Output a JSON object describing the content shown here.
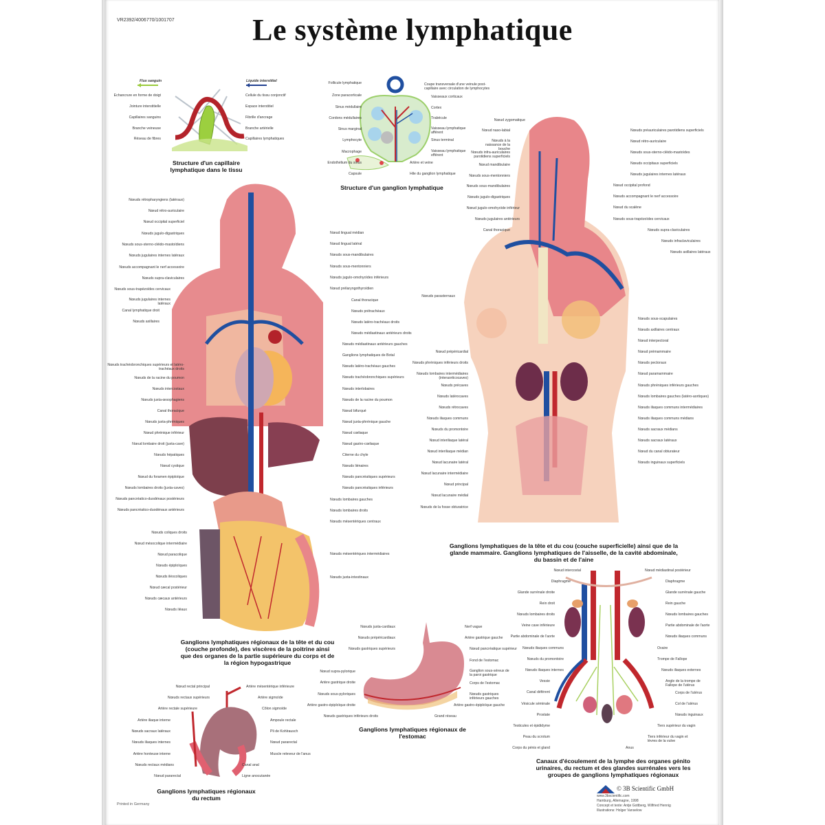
{
  "poster": {
    "code": "VR2392/4006770/1001707",
    "title": "Le système lymphatique",
    "printed": "Printed in Germany",
    "colors": {
      "vein_blue": "#1f4fa0",
      "artery_red": "#c0272d",
      "tissue_pink": "#e8868a",
      "lymph_green": "#b9d46a",
      "text": "#111111"
    }
  },
  "capillary": {
    "caption": "Structure d'un capillaire lymphatique dans le tissu",
    "legend_blood": "Flux sanguin",
    "legend_interstitial": "Liquide interstitiel",
    "left_labels": [
      "Echancrure en forme de doigt",
      "Jointure interstitielle",
      "Capillaires sanguins",
      "Branche veineuse",
      "Réseau de fibres"
    ],
    "right_labels": [
      "Cellule du tissu conjonctif",
      "Espace interstitiel",
      "Fibrille d'ancrage",
      "Branche artérielle",
      "Capillaires lymphatiques"
    ]
  },
  "node_structure": {
    "caption": "Structure d'un ganglion lymphatique",
    "left_labels": [
      "Follicule lymphatique",
      "Zone paracorticale",
      "Sinus médullaire",
      "Cordons médullaires",
      "Sinus marginal",
      "Lymphocyte",
      "Macrophage",
      "Endothélium du sinus",
      "Capsule"
    ],
    "right_labels": [
      "Coupe transversale d'une veinule post-capillaire avec circulation de lymphocytes",
      "Vaisseaux corticaux",
      "Cortex",
      "Trabécule",
      "Vaisseau lymphatique afférent",
      "Sinus terminal",
      "Vaisseau lymphatique efférent",
      "Artère et veine",
      "Hile du ganglion lymphatique"
    ]
  },
  "deep": {
    "caption": "Ganglions lymphatiques régionaux de la tête et du cou (couche profonde), des viscères de la poitrine ainsi que des organes de la partie supérieure du corps et de la région hypogastrique",
    "left_labels": [
      "Nœuds rétropharyngiens (latéraux)",
      "Nœud rétro-auriculaire",
      "Nœud occipital superficiel",
      "Nœuds jugulo-digastriques",
      "Nœuds sous-sterno-cléido-mastoïdiens",
      "Nœuds jugulaires internes latéraux",
      "Nœuds accompagnant le nerf accessoire",
      "Nœuds supra-claviculaires",
      "Nœuds sous-trapézoïdes cervicaux",
      "Nœuds jugulaires internes latéraux",
      "Canal lymphatique droit",
      "Nœuds axillaires",
      "Nœuds trachéobronchiques supérieurs et latéro-trachéaux droits",
      "Nœuds de la racine du poumon",
      "Nœuds intercostaux",
      "Nœuds juxta-œsophagiens",
      "Canal thoracique",
      "Nœuds juxta-phréniques",
      "Nœud phrénique inférieur",
      "Nœud lombaire droit (juxta-cave)",
      "Nœuds hépatiques",
      "Nœud cystique",
      "Nœud du foramen épiploïque",
      "Nœuds lombaires droits (juxta-caves)",
      "Nœuds pancréatico-duodénaux postérieurs",
      "Nœuds pancréatico-duodénaux antérieurs",
      "Nœuds coliques droits",
      "Nœud mésocolique intermédiaire",
      "Nœud paracolique",
      "Nœuds épiploïques",
      "Nœuds iléocoliques",
      "Nœud cæcal postérieur",
      "Nœuds cæcaux antérieurs",
      "Nœuds iléaux"
    ],
    "right_labels": [
      "Nœud lingual médian",
      "Nœud lingual latéral",
      "Nœuds sous-mandibulaires",
      "Nœuds sous-mentonniers",
      "Nœuds jugulo-omohyoïdes inférieurs",
      "Nœud prélaryngothyroïdien",
      "Canal thoracique",
      "Nœuds prétrachéaux",
      "Nœuds latéro-trachéaux droits",
      "Nœuds médiastinaux antérieurs droits",
      "Nœuds médiastinaux antérieurs gauches",
      "Ganglions lymphatiques de Botal",
      "Nœuds latéro-trachéaux gauches",
      "Nœuds trachéobronchiques supérieurs",
      "Nœuds interlobaires",
      "Nœuds de la racine du poumon",
      "Nœud bifurqué",
      "Nœud juxta-phrénique gauche",
      "Nœud cœliaque",
      "Nœud gastro-cœliaque",
      "Citerne du chyle",
      "Nœuds liénaires",
      "Nœuds pancréatiques supérieurs",
      "Nœuds pancréatiques inférieurs",
      "Nœuds lombaires gauches",
      "Nœuds lombaires droits",
      "Nœuds mésentériques centraux",
      "Nœuds mésentériques intermédiaires",
      "Nœuds juxta-intestinaux"
    ]
  },
  "superficial": {
    "caption": "Ganglions lymphatiques de la tête et du cou (couche superficielle) ainsi que de la glande mammaire. Ganglions lymphatiques de l'aisselle, de la cavité abdominale, du bassin et de l'aine",
    "left_labels": [
      "Nœud zygomatique",
      "Nœud naso-labial",
      "Nœuds à la naissance de la bouche",
      "Nœuds infra-auriculaires parotidiens superficiels",
      "Nœud mandibulaire",
      "Nœuds sous-mentonniers",
      "Nœuds sous-mandibulaires",
      "Nœuds jugulo-digastriques",
      "Nœud jugulo-omohyoïde inférieur",
      "Nœuds jugulaires antérieurs",
      "Canal thoracique",
      "Nœuds parasternaux",
      "Nœud prépéricardial",
      "Nœuds phréniques inférieurs droits",
      "Nœuds lombaires intermédiaires (interaorticocaves)",
      "Nœuds précaves",
      "Nœuds latérocaves",
      "Nœuds rétrocaves",
      "Nœuds iliaques communs",
      "Nœuds du promontoire",
      "Nœud interiliaque latéral",
      "Nœud interiliaque médian",
      "Nœud lacunaire latéral",
      "Nœud lacunaire intermédiaire",
      "Nœud principal",
      "Nœud lacunaire médial",
      "Nœuds de la fosse obturatrice"
    ],
    "right_labels": [
      "Nœuds préauriculaires parotidiens superficiels",
      "Nœud rétro-auriculaire",
      "Nœuds sous-sterno-cléido-mastoïdes",
      "Nœuds occipitaux superficiels",
      "Nœuds jugulaires internes latéraux",
      "Nœud occipital profond",
      "Nœuds accompagnant le nerf accessoire",
      "Nœud du scalène",
      "Nœuds sous-trapézoïdes cervicaux",
      "Nœuds supra-claviculaires",
      "Nœuds infraclaviculaires",
      "Nœuds axillaires latéraux",
      "Nœuds sous-scapulaires",
      "Nœuds axillaires centraux",
      "Nœud interpectoral",
      "Nœud prémammaire",
      "Nœuds pectoraux",
      "Nœud paramammaire",
      "Nœuds phréniques inférieurs gauches",
      "Nœuds lombaires gauches (latéro-aortiques)",
      "Nœuds iliaques communs intermédiaires",
      "Nœuds iliaques communs médians",
      "Nœuds sacraux médians",
      "Nœuds sacraux latéraux",
      "Nœud du canal obturateur",
      "Nœuds inguinaux superficiels"
    ]
  },
  "rectum": {
    "caption": "Ganglions lymphatiques régionaux du rectum",
    "left_labels": [
      "Nœud rectal principal",
      "Nœuds rectaux supérieurs",
      "Artère rectale supérieure",
      "Artère iliaque interne",
      "Nœuds sacraux latéraux",
      "Nœuds iliaques internes",
      "Artère honteuse interne",
      "Nœuds rectaux médians",
      "Nœud pararectal"
    ],
    "right_labels": [
      "Artère mésentérique inférieure",
      "Artère sigmoïde",
      "Côlon sigmoïde",
      "Ampoule rectale",
      "Pli de Kohlrausch",
      "Nœud pararectal",
      "Muscle releveur de l'anus",
      "Canal anal",
      "Ligne anocutanée"
    ]
  },
  "stomach": {
    "caption": "Ganglions lymphatiques régionaux de l'estomac",
    "left_labels": [
      "Nœuds juxta-cardiaux",
      "Nœuds prépéricardiaux",
      "Nœuds gastriques supérieurs",
      "Nœud supra-pylorique",
      "Artère gastrique droite",
      "Nœuds sous-pyloriques",
      "Artère gastro-épiploïque droite",
      "Nœuds gastriques inférieurs droits"
    ],
    "right_labels": [
      "Nerf vague",
      "Artère gastrique gauche",
      "Nœud pancréatique supérieur",
      "Fond de l'estomac",
      "Ganglion sous-séreux de la paroi gastrique",
      "Corps de l'estomac",
      "Nœuds gastriques inférieurs gauches",
      "Artère gastro-épiploïque gauche",
      "Grand réseau"
    ]
  },
  "genito": {
    "caption": "Canaux d'écoulement de la lymphe des organes génito urinaires, du rectum et des glandes surrénales vers les groupes de ganglions lymphatiques régionaux",
    "left_labels": [
      "Nœud intercostal",
      "Diaphragme",
      "Glande surrénale droite",
      "Rein droit",
      "Nœuds lombaires droits",
      "Veine cave inférieure",
      "Partie abdominale de l'aorte",
      "Nœuds iliaques communs",
      "Nœuds du promontoire",
      "Nœuds iliaques internes",
      "Vessie",
      "Canal déférent",
      "Vésicule séminale",
      "Prostate",
      "Testicules et épididyme",
      "Peau du scrotum",
      "Corps du pénis et gland"
    ],
    "right_labels": [
      "Nœud médiastinal postérieur",
      "Diaphragme",
      "Glande surrénale gauche",
      "Rein gauche",
      "Nœuds lombaires gauches",
      "Partie abdominale de l'aorte",
      "Nœuds iliaques communs",
      "Ovaire",
      "Trompe de Fallope",
      "Nœuds iliaques externes",
      "Angle de la trompe de Fallope de l'utérus",
      "Corps de l'utérus",
      "Col de l'utérus",
      "Nœuds inguinaux",
      "Tiers supérieur du vagin",
      "Tiers inférieur du vagin et lèvres de la vulve",
      "Anus"
    ]
  },
  "footer": {
    "copyright": "© 3B Scientific GmbH",
    "url": "www.3bscientific.com",
    "place": "Hamburg, Allemagne, 1998",
    "concept": "Concept et texte: Antje Gottberg, Wilfried Hennig",
    "illustrations": "Illustrations: Holger Vanselow"
  }
}
